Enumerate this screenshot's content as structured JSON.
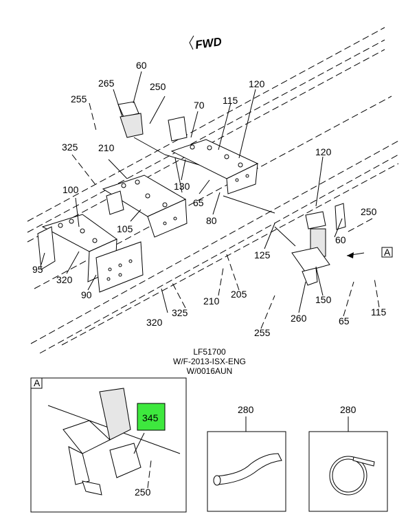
{
  "orientation": {
    "fwd_label": "FWD",
    "icon": "forward-arrow-icon"
  },
  "callouts": {
    "c60a": "60",
    "c265": "265",
    "c250a": "250",
    "c255a": "255",
    "c70": "70",
    "c115a": "115",
    "c120a": "120",
    "c325a": "325",
    "c210a": "210",
    "c100": "100",
    "c130": "130",
    "c65a": "65",
    "c105": "105",
    "c80": "80",
    "c120b": "120",
    "c250b": "250",
    "c60b": "60",
    "c95": "95",
    "c320a": "320",
    "c90": "90",
    "c125": "125",
    "c210b": "210",
    "c205": "205",
    "c150": "150",
    "c320b": "320",
    "c325b": "325",
    "c260": "260",
    "c255b": "255",
    "c65b": "65",
    "c115b": "115",
    "view_ref": "A"
  },
  "caption": {
    "line1": "LF51700",
    "line2": "W/F-2013-ISX-ENG",
    "line3": "W/0016AUN"
  },
  "detail_a": {
    "tag": "A",
    "highlight_label": "345",
    "label_250": "250",
    "highlight_color": "#3ee83e"
  },
  "detail_hose": {
    "label": "280"
  },
  "detail_clamp": {
    "label": "280"
  }
}
